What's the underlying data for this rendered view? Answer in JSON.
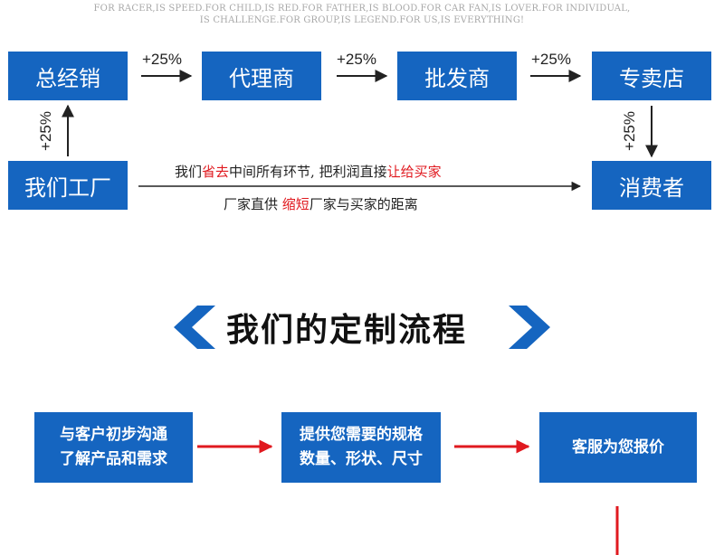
{
  "tagline": {
    "line1": "FOR RACER,IS SPEED.FOR CHILD,IS RED.FOR FATHER,IS BLOOD.FOR CAR FAN,IS LOVER.FOR INDIVIDUAL,",
    "line2": "IS CHALLENGE.FOR GROUP,IS LEGEND.FOR US,IS EVERYTHING!"
  },
  "chain": {
    "nodes": [
      "总经销",
      "代理商",
      "批发商",
      "专卖店",
      "我们工厂",
      "消费者"
    ],
    "markups": [
      "+25%",
      "+25%",
      "+25%",
      "+25%",
      "+25%"
    ]
  },
  "direct": {
    "line1": {
      "a": "我们",
      "b": "省去",
      "c": "中间所有环节, 把利润直接",
      "d": "让给买家"
    },
    "line2": {
      "a": "厂家直供 ",
      "b": "缩短",
      "c": "厂家与买家的距离"
    }
  },
  "process": {
    "title": "我们的定制流程",
    "steps": [
      {
        "line1": "与客户初步沟通",
        "line2": "了解产品和需求"
      },
      {
        "line1": "提供您需要的规格",
        "line2": "数量、形状、尺寸"
      },
      {
        "line1": "客服为您报价"
      }
    ]
  },
  "colors": {
    "box_blue": "#1565c0",
    "accent_red": "#e0191f",
    "chevron_blue": "#1565c0"
  }
}
